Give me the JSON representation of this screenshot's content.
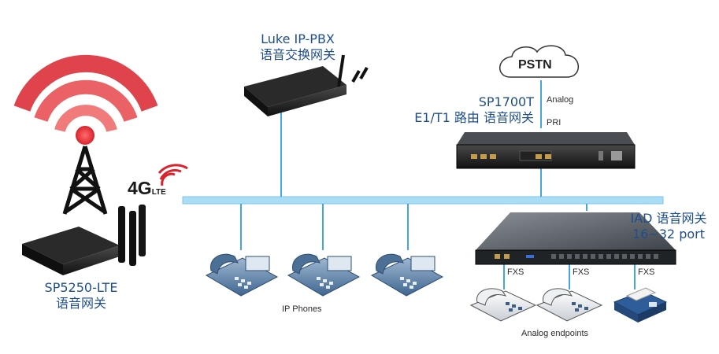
{
  "devices": {
    "pbx": {
      "name": "Luke IP-PBX",
      "desc": "语音交换网关"
    },
    "sp1700t": {
      "name": "SP1700T",
      "desc": "E1/T1 路由 语音网关"
    },
    "sp5250": {
      "name": "SP5250-LTE",
      "desc": "语音网关"
    },
    "iad": {
      "name": "IAD 语音网关",
      "ports": "16~32 port"
    }
  },
  "pstn": {
    "label": "PSTN",
    "analog": "Analog",
    "pri": "PRI"
  },
  "lte_badge": {
    "big": "4G",
    "small": "LTE"
  },
  "ip_phones_label": "IP Phones",
  "fxs_labels": [
    "FXS",
    "FXS",
    "FXS"
  ],
  "analog_endpoints_label": "Analog endpoints",
  "colors": {
    "network_line": "#a9dcf5",
    "link_line": "#45a6d9",
    "signal_red": "#d9232d",
    "label_blue": "#1f4e8c",
    "phone_blue": "#5a7fa6"
  }
}
